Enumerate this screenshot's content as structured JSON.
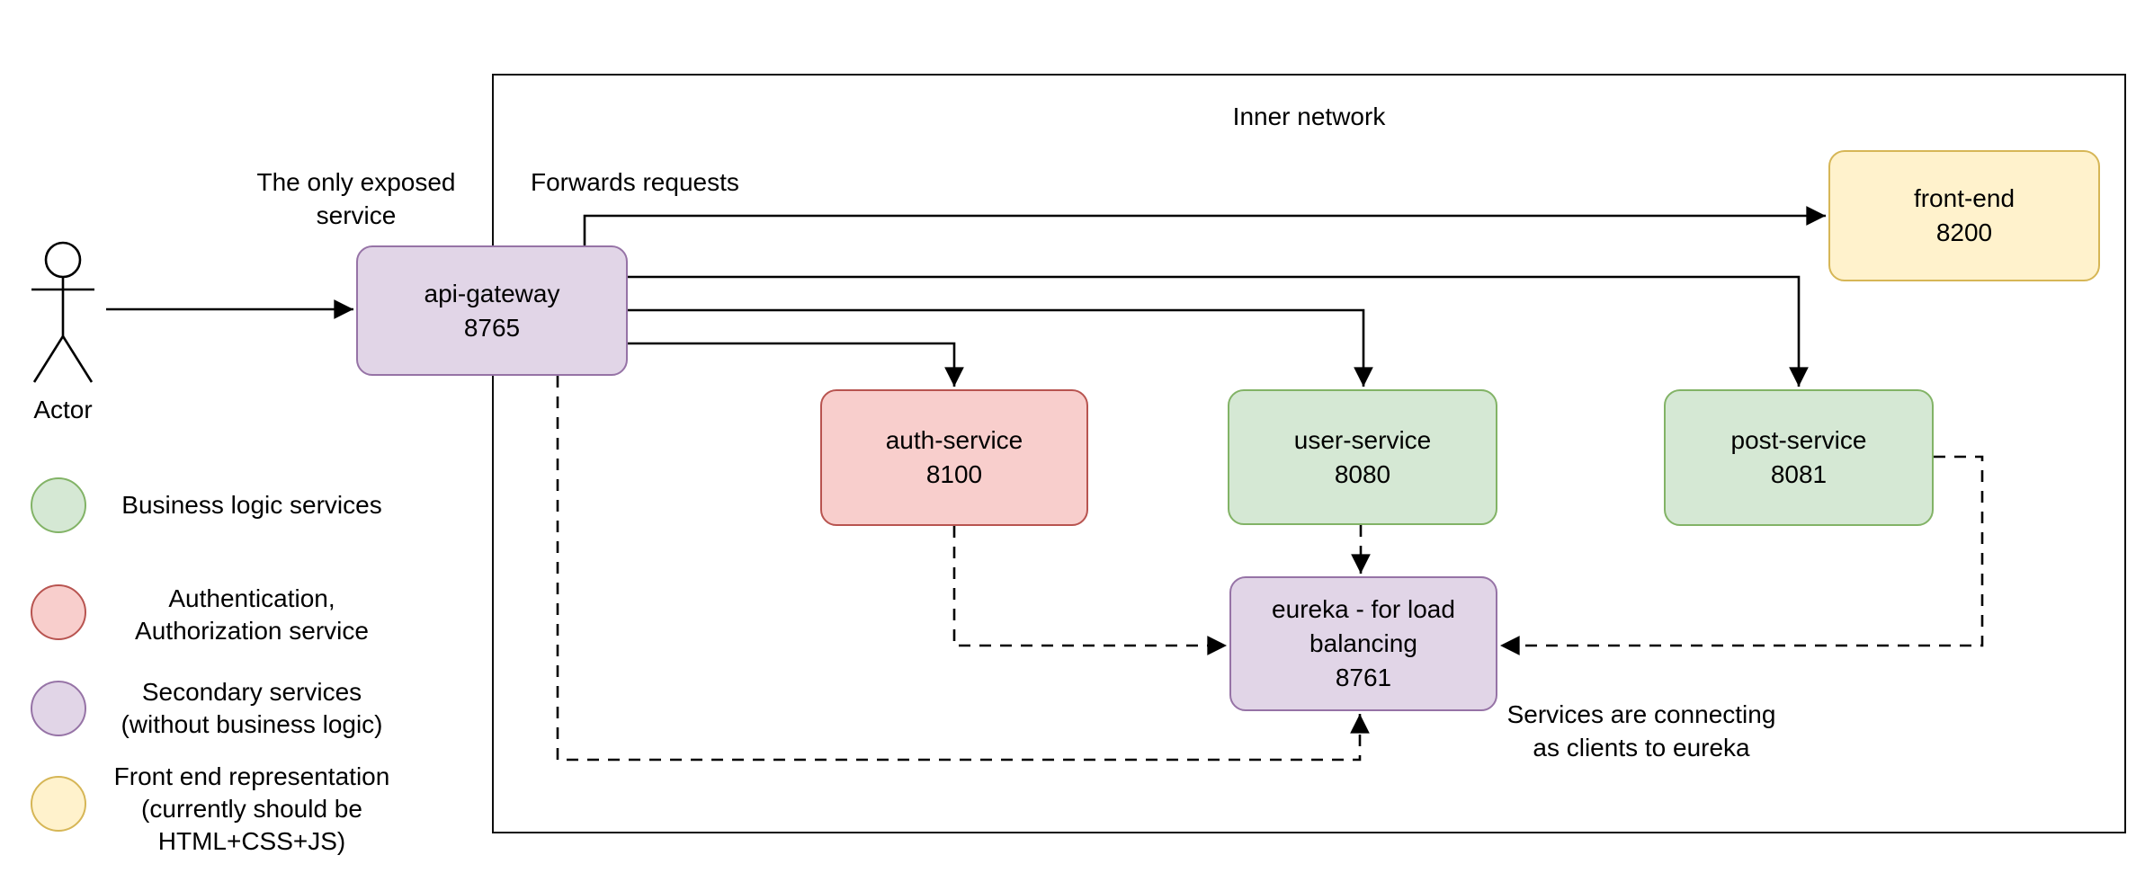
{
  "inner_network": {
    "label": "Inner network"
  },
  "actor": {
    "label": "Actor"
  },
  "annotations": {
    "exposed_service": "The only exposed\nservice",
    "forwards_requests": "Forwards requests",
    "eureka_clients": "Services are connecting\nas clients to eureka"
  },
  "nodes": {
    "api_gateway": {
      "name": "api-gateway",
      "port": "8765",
      "fill": "#e1d5e7",
      "stroke": "#9673a6"
    },
    "front_end": {
      "name": "front-end",
      "port": "8200",
      "fill": "#fff2cc",
      "stroke": "#d6b656"
    },
    "auth_service": {
      "name": "auth-service",
      "port": "8100",
      "fill": "#f8cecc",
      "stroke": "#b85450"
    },
    "user_service": {
      "name": "user-service",
      "port": "8080",
      "fill": "#d5e8d4",
      "stroke": "#82b366"
    },
    "post_service": {
      "name": "post-service",
      "port": "8081",
      "fill": "#d5e8d4",
      "stroke": "#82b366"
    },
    "eureka": {
      "name": "eureka - for load\nbalancing",
      "port": "8761",
      "fill": "#e1d5e7",
      "stroke": "#9673a6"
    }
  },
  "edges": {
    "line_color": "#000000",
    "solid": [
      "actor→api-gateway",
      "api-gateway→front-end",
      "api-gateway→post-service",
      "api-gateway→user-service",
      "api-gateway→auth-service"
    ],
    "dashed": [
      "api-gateway→eureka",
      "auth-service→eureka",
      "user-service→eureka",
      "post-service→eureka"
    ]
  },
  "legend": {
    "items": [
      {
        "label": "Business logic services",
        "fill": "#d5e8d4",
        "stroke": "#82b366"
      },
      {
        "label": "Authentication,\nAuthorization service",
        "fill": "#f8cecc",
        "stroke": "#b85450"
      },
      {
        "label": "Secondary services\n(without business logic)",
        "fill": "#e1d5e7",
        "stroke": "#9673a6"
      },
      {
        "label": "Front end representation\n(currently should be\nHTML+CSS+JS)",
        "fill": "#fff2cc",
        "stroke": "#d6b656"
      }
    ]
  }
}
